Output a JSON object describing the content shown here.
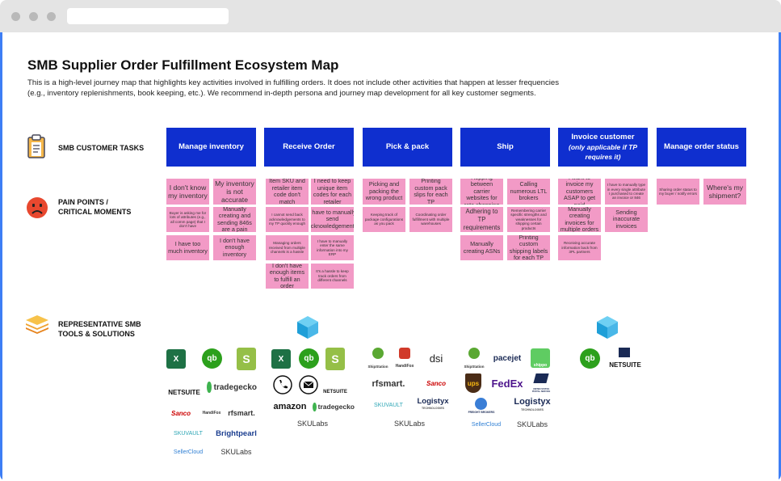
{
  "title": "SMB Supplier Order Fulfillment Ecosystem Map",
  "description": "This is a high-level journey map that highlights key activities involved in fulfilling orders. It does not include other activities that happen at lesser frequencies (e.g., inventory replenishments, book keeping, etc.). We recommend in-depth persona and journey map development for all key customer segments.",
  "rows": {
    "tasks": "SMB CUSTOMER TASKS",
    "pain_line1": "PAIN POINTS /",
    "pain_line2": "CRITICAL MOMENTS",
    "tools_line1": "REPRESENTATIVE SMB",
    "tools_line2": "TOOLS & SOLUTIONS"
  },
  "tasks": [
    {
      "label": "Manage inventory"
    },
    {
      "label": "Receive Order"
    },
    {
      "label": "Pick & pack"
    },
    {
      "label": "Ship"
    },
    {
      "label": "Invoice customer",
      "sub": "(only applicable if TP requires it)"
    },
    {
      "label": "Manage order status"
    }
  ],
  "notes": {
    "inv": [
      "I don't know my inventory",
      "My inventory is not accurate",
      "Buyer is asking me for lots of attributes (e.g., all comm page) that I don't have",
      "Manually creating and sending 846s are a pain",
      "I have too much inventory",
      "I don't have enough inventory"
    ],
    "recv": [
      "Item SKU and retailer item code don't match",
      "I need to keep unique item codes for each retailer",
      "I cannot send back acknowledgements to my TP quickly enough",
      "I have to manually send acknowledgements",
      "Managing orders received from multiple channels is a hassle",
      "I have to manually enter the same information into my ERP",
      "I don't have enough items to fulfill an order",
      "It's a hassle to keep track orders from different channels"
    ],
    "pick": [
      "Picking and packing the wrong product",
      "Printing custom pack slips for each TP",
      "Keeping track of package configurations as you pack",
      "Coordinating order fulfillment with multiple warehouses"
    ],
    "ship": [
      "Hopping between carrier websites for rate shopping",
      "Calling numerous LTL brokers",
      "Adhering to TP requirements",
      "Remembering carrier specific strengths and weaknesses for shipping certain products",
      "Manually creating ASNs",
      "Printing custom shipping labels for each TP"
    ],
    "invoice": [
      "I want to invoice my customers ASAP to get paid",
      "I have to manually type in every single attribute I purchased to create an invoice or 846",
      "Manually creating invoices for multiple orders",
      "Sending inaccurate invoices",
      "Receiving accurate information back from 3PL partners"
    ],
    "status": [
      "Sharing order status to my buyer / notify errors",
      "Where's my shipment?"
    ]
  },
  "tools": {
    "excel": "X",
    "quickbooks": "qb",
    "shopify": "S",
    "netsuite": "NETSUITE",
    "tradegecko": "tradegecko",
    "sanco": "Sanco",
    "handifox": "HandiFox",
    "rfsmart": "rfsmart.",
    "skuvault": "SKUVAULT",
    "brightpearl": "Brightpearl",
    "sellercloud": "SellerCloud",
    "skulabs": "SKULabs",
    "amazon": "amazon",
    "shipstation": "ShipStation",
    "dsi": "dsi",
    "logistyx": "Logistyx",
    "logistyx_sub": "TECHNOLOGIES",
    "pacejet": "pacejet",
    "shippo": "shippo",
    "ups": "ups",
    "fedex": "FedEx",
    "usps": "UNITED STATES POSTAL SERVICE",
    "freight": "FREIGHT BROKERS"
  },
  "colors": {
    "task_blue": "#0f2fcf",
    "note_pink": "#f29ac6",
    "frame_blue": "#3d7ef5"
  }
}
